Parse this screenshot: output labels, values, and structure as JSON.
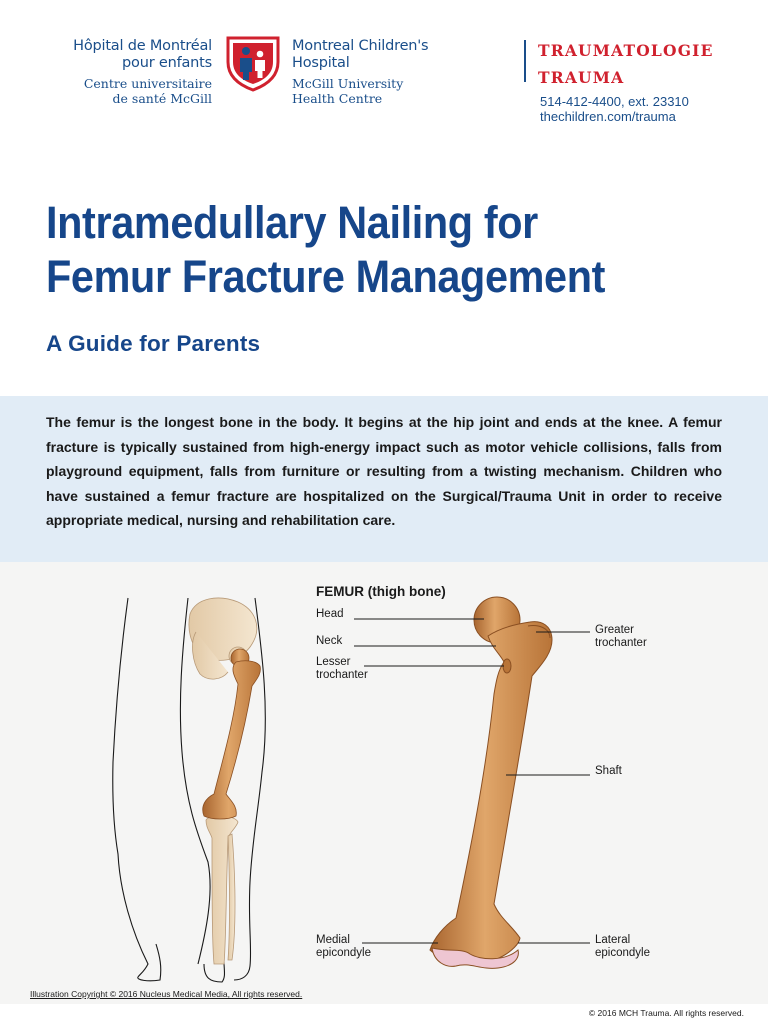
{
  "header": {
    "hospital_fr": {
      "line1": "Hôpital de Montréal",
      "line2": "pour enfants",
      "line3": "Centre universitaire",
      "line4": "de santé McGill"
    },
    "hospital_en": {
      "line1": "Montreal Children's",
      "line2": "Hospital",
      "line3": "McGill University",
      "line4": "Health Centre"
    },
    "department": {
      "fr": "TRAUMATOLOGIE",
      "en": "TRAUMA"
    },
    "phone": "514-412-4400, ext. 23310",
    "website": "thechildren.com/trauma",
    "logo_icon": "family-shield-icon",
    "colors": {
      "brand_blue": "#16468a",
      "brand_red": "#d0212e",
      "intro_bg": "#e1ecf6",
      "bone": "#c98a4e"
    }
  },
  "title": {
    "line1": "Intramedullary Nailing for",
    "line2": "Femur Fracture Management"
  },
  "subtitle": "A Guide for Parents",
  "intro": "The femur is the longest bone in the body. It begins at the hip joint and ends at the knee. A femur fracture is typically sustained from high-energy impact such as motor vehicle collisions, falls from playground equipment, falls from furniture or resulting from a twisting mechanism. Children who have sustained a femur fracture are hospitalized on the Surgical/Trauma Unit in order to receive appropriate medical, nursing and rehabilitation care.",
  "figure": {
    "title": "FEMUR (thigh bone)",
    "labels": {
      "head": "Head",
      "neck": "Neck",
      "lesser_line1": "Lesser",
      "lesser_line2": "trochanter",
      "greater_line1": "Greater",
      "greater_line2": "trochanter",
      "shaft": "Shaft",
      "medial_line1": "Medial",
      "medial_line2": "epicondyle",
      "lateral_line1": "Lateral",
      "lateral_line2": "epicondyle"
    },
    "illustration_copyright": "Illustration Copyright © 2016 Nucleus Medical Media, All rights reserved."
  },
  "footer": {
    "copyright": "© 2016 MCH Trauma. All rights reserved."
  }
}
